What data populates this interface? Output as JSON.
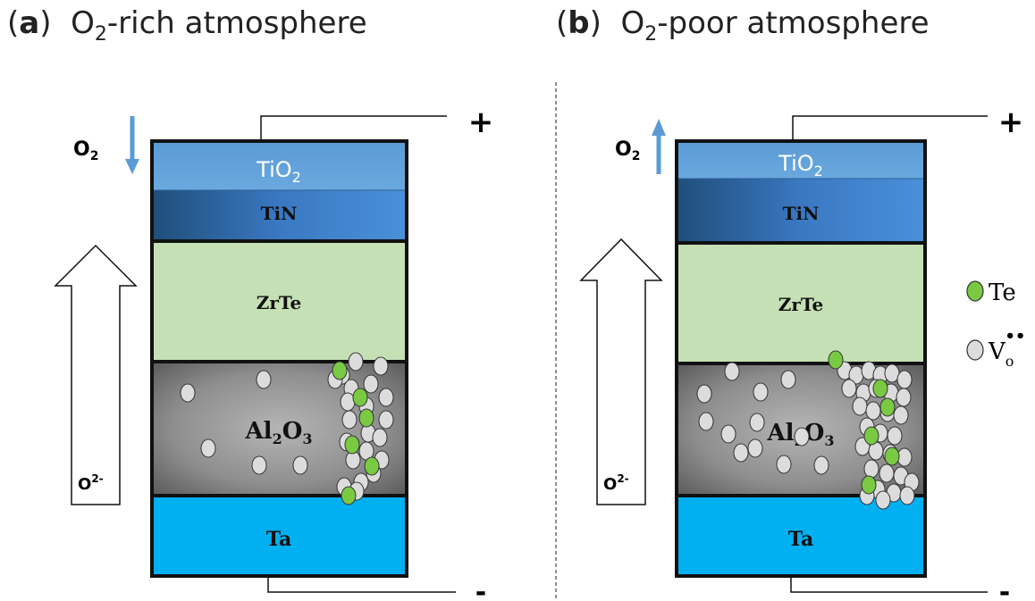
{
  "panel_a": {
    "letter": "a",
    "title_pre": "O",
    "title_sub": "2",
    "title_post": "-rich atmosphere",
    "gas": {
      "base": "O",
      "sub": "2",
      "arrow": "down"
    }
  },
  "panel_b": {
    "letter": "b",
    "title_pre": "O",
    "title_sub": "2",
    "title_post": "-poor atmosphere",
    "gas": {
      "base": "O",
      "sub": "2",
      "arrow": "up"
    }
  },
  "layers": {
    "tio2": {
      "base": "TiO",
      "sub": "2"
    },
    "tin": "TiN",
    "zrte": "ZrTe",
    "al2o3": {
      "a": "Al",
      "s1": "2",
      "b": "O",
      "s2": "3"
    },
    "ta": "Ta"
  },
  "terminals": {
    "plus": "+",
    "minus": "-"
  },
  "ion": {
    "base": "O",
    "sup": "2-"
  },
  "legend": {
    "te": "Te",
    "vac_base": "V",
    "vac_sub": "o",
    "vac_sup": "••"
  },
  "colors": {
    "tio2": "#5b9bd5",
    "tin": "#3a78c2",
    "zrte": "#c5e0b4",
    "al2o3": "#8c8c8c",
    "ta": "#00b0f0",
    "te_dot": "#7ac943",
    "vacancy_dot": "#dcdcdc",
    "gas_arrow": "#5b9bd5"
  }
}
